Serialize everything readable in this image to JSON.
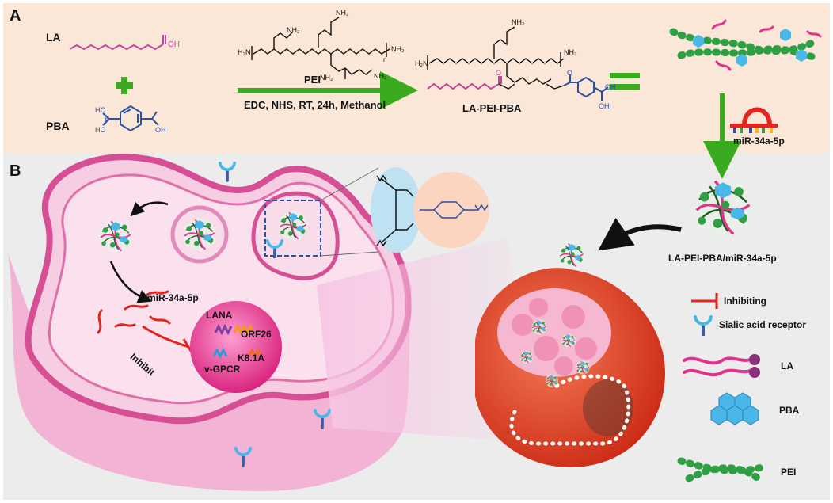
{
  "panels": {
    "a": "A",
    "b": "B"
  },
  "reactants": {
    "la": "LA",
    "pba": "PBA",
    "plus": "+",
    "pei": "PEI",
    "conditions": "EDC, NHS, RT, 24h, Methanol",
    "product": "LA-PEI-PBA",
    "mirna": "miR-34a-5p",
    "complex": "LA-PEI-PBA/miR-34a-5p"
  },
  "chem": {
    "oh": "OH",
    "o": "O",
    "ho": "HO",
    "b": "B",
    "nh2": "NH₂",
    "h2n": "H₂N",
    "n": "N",
    "h": "H",
    "nsub": "n"
  },
  "cell": {
    "mirna": "miR-34a-5p",
    "inhibit": "Inhibit",
    "lana": "LANA",
    "orf26": "ORF26",
    "k81a": "K8.1A",
    "vgpcr": "v-GPCR"
  },
  "legend": {
    "inhibiting": "Inhibiting",
    "sialic": "Sialic acid receptor",
    "la": "LA",
    "pba": "PBA",
    "pei": "PEI"
  },
  "colors": {
    "panel_a_bg": "#fbe7d8",
    "panel_b_bg": "#ececec",
    "cell_pink": "#e8a7c8",
    "membrane": "#d64f95",
    "nucleus": "#e9409a",
    "arrow_green": "#3aaa1e",
    "la_magenta": "#c2459b",
    "pba_blue": "#2b4fa3",
    "tumor_red": "#e2452c"
  }
}
